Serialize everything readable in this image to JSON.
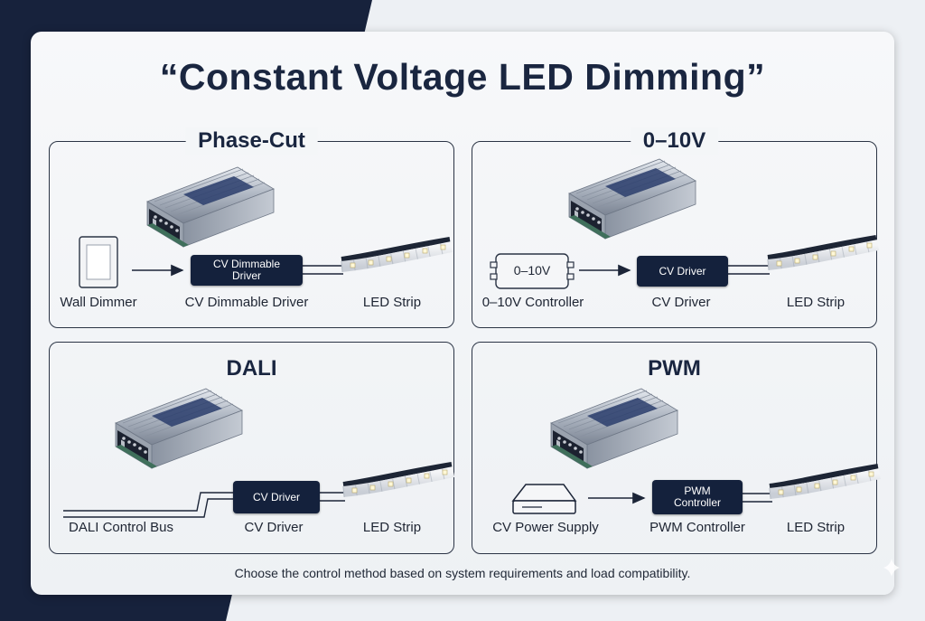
{
  "title": "“Constant Voltage LED Dimming”",
  "colors": {
    "navy": "#14213c",
    "background_dark": "#17223c",
    "card": "#f4f6f8"
  },
  "panels": {
    "phase_cut": {
      "title": "Phase-Cut",
      "driver_box": "CV Dimmable Driver",
      "labels": {
        "control": "Wall Dimmer",
        "driver": "CV Dimmable Driver",
        "strip": "LED Strip"
      }
    },
    "zero_ten": {
      "title": "0–10V",
      "controller_box": "0–10V",
      "driver_box": "CV Driver",
      "labels": {
        "control": "0–10V Controller",
        "driver": "CV Driver",
        "strip": "LED Strip"
      }
    },
    "dali": {
      "title": "DALI",
      "driver_box": "CV Driver",
      "labels": {
        "control": "DALI Control Bus",
        "driver": "CV Driver",
        "strip": "LED Strip"
      }
    },
    "pwm": {
      "title": "PWM",
      "driver_box": "PWM Controller",
      "labels": {
        "control": "CV Power Supply",
        "driver": "PWM Controller",
        "strip": "LED Strip"
      }
    }
  },
  "footer": "Choose the control method based on system requirements and load compatibility.",
  "icons": [
    "driver-unit-icon",
    "wall-dimmer-icon",
    "led-strip-icon",
    "power-supply-icon",
    "arrow-icon",
    "sparkle-icon"
  ]
}
